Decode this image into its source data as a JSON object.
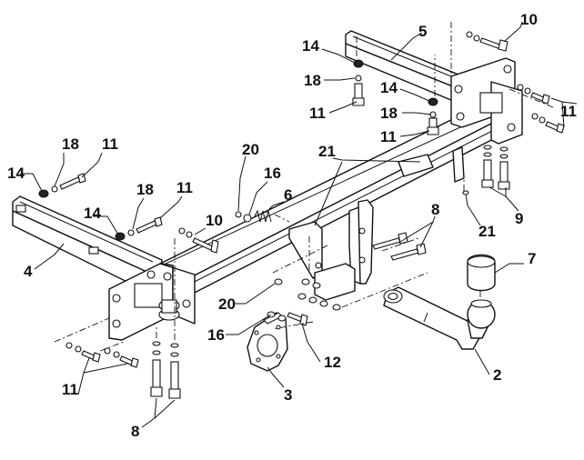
{
  "diagram": {
    "callouts": {
      "c2": "2",
      "c3": "3",
      "c4": "4",
      "c5": "5",
      "c6": "6",
      "c7": "7",
      "c8a": "8",
      "c8b": "8",
      "c9": "9",
      "c10a": "10",
      "c10b": "10",
      "c11a": "11",
      "c11b": "11",
      "c11c": "11",
      "c11d": "11",
      "c11e": "11",
      "c12": "12",
      "c14a": "14",
      "c14b": "14",
      "c14c": "14",
      "c14d": "14",
      "c16a": "16",
      "c16b": "16",
      "c18a": "18",
      "c18b": "18",
      "c18c": "18",
      "c20a": "20",
      "c20b": "20",
      "c21a": "21",
      "c21b": "21"
    }
  }
}
